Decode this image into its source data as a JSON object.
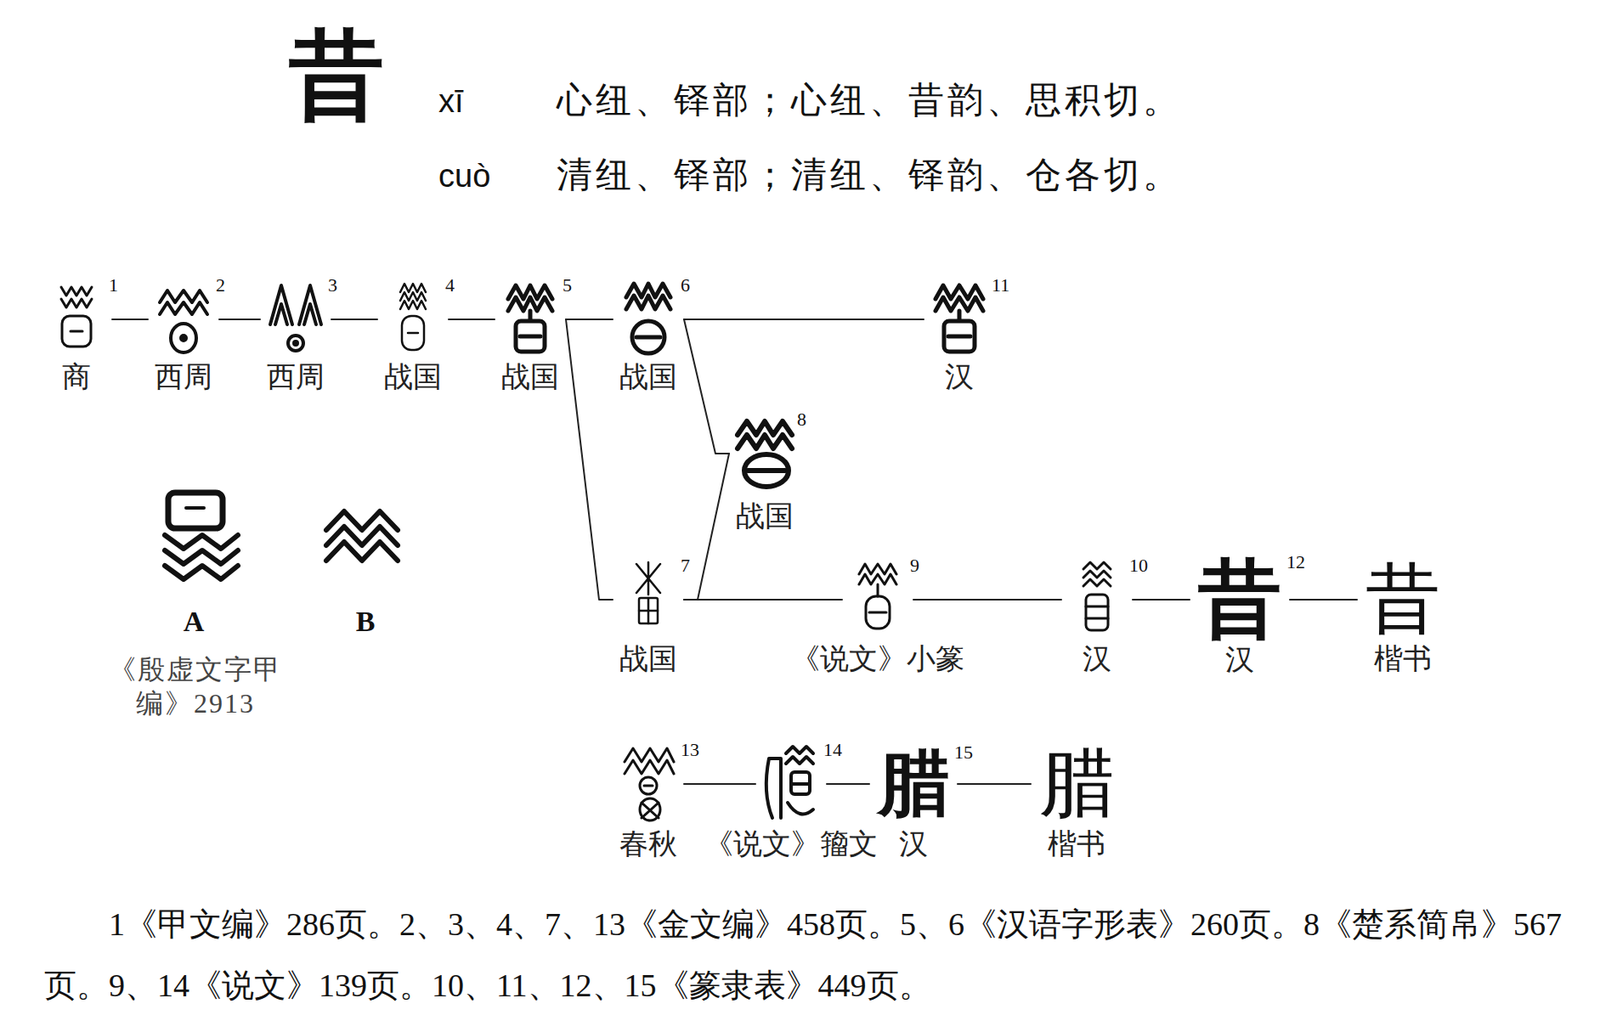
{
  "diagram": {
    "title": "昔",
    "caption": "1《甲文编》286页。2、3、4、7、13《金文编》458页。5、6《汉语字形表》260页。8《楚系简帛》567页。9、14《说文》139页。10、11、12、15《篆隶表》449页。",
    "nodes": [
      {
        "text": [
          "1",
          "商"
        ]
      },
      {
        "text": [
          "2",
          "西周"
        ]
      },
      {
        "text": [
          "3",
          "西周"
        ]
      },
      {
        "text": [
          "4",
          "战国"
        ]
      },
      {
        "text": [
          "5",
          "战国"
        ]
      },
      {
        "text": [
          "6",
          "战国"
        ]
      },
      {
        "text": [
          "11",
          "汉"
        ]
      },
      {
        "text": [
          "8",
          "战国"
        ]
      },
      {
        "text": [
          "7",
          "战国"
        ]
      },
      {
        "text": [
          "9",
          "《说文》小篆"
        ]
      },
      {
        "text": [
          "10",
          "汉"
        ]
      },
      {
        "text": [
          "昔",
          "12",
          "汉"
        ]
      },
      {
        "text": [
          "昔",
          "楷书"
        ]
      },
      {
        "text": [
          "13",
          "春秋"
        ]
      },
      {
        "text": [
          "14",
          "《说文》籀文"
        ]
      },
      {
        "text": [
          "腊",
          "15",
          "汉"
        ]
      },
      {
        "text": [
          "腊",
          "楷书"
        ]
      }
    ],
    "edges": [
      {
        "from": 0,
        "to": 1,
        "arrow": "none"
      },
      {
        "from": 1,
        "to": 2,
        "arrow": "none"
      },
      {
        "from": 2,
        "to": 3,
        "arrow": "none"
      },
      {
        "from": 3,
        "to": 4,
        "arrow": "none"
      },
      {
        "from": 4,
        "to": 5,
        "arrow": "none"
      },
      {
        "from": 5,
        "to": 6,
        "arrow": "none"
      },
      {
        "from": 4,
        "to": 8,
        "arrow": "none"
      },
      {
        "from": 5,
        "to": 7,
        "arrow": "none"
      },
      {
        "from": 7,
        "to": 8,
        "arrow": "none"
      },
      {
        "from": 8,
        "to": 9,
        "arrow": "none"
      },
      {
        "from": 9,
        "to": 10,
        "arrow": "none"
      },
      {
        "from": 10,
        "to": 11,
        "arrow": "none"
      },
      {
        "from": 11,
        "to": 12,
        "arrow": "none"
      },
      {
        "from": 13,
        "to": 14,
        "arrow": "none"
      },
      {
        "from": 14,
        "to": 15,
        "arrow": "none"
      },
      {
        "from": 15,
        "to": 16,
        "arrow": "none"
      }
    ],
    "labels": [
      "xī",
      "心纽、铎部；心纽、昔韵、思积切。",
      "cuò",
      "清纽、铎部；清纽、铎韵、仓各切。",
      "A",
      "《殷虚文字甲编》2913",
      "B"
    ]
  }
}
